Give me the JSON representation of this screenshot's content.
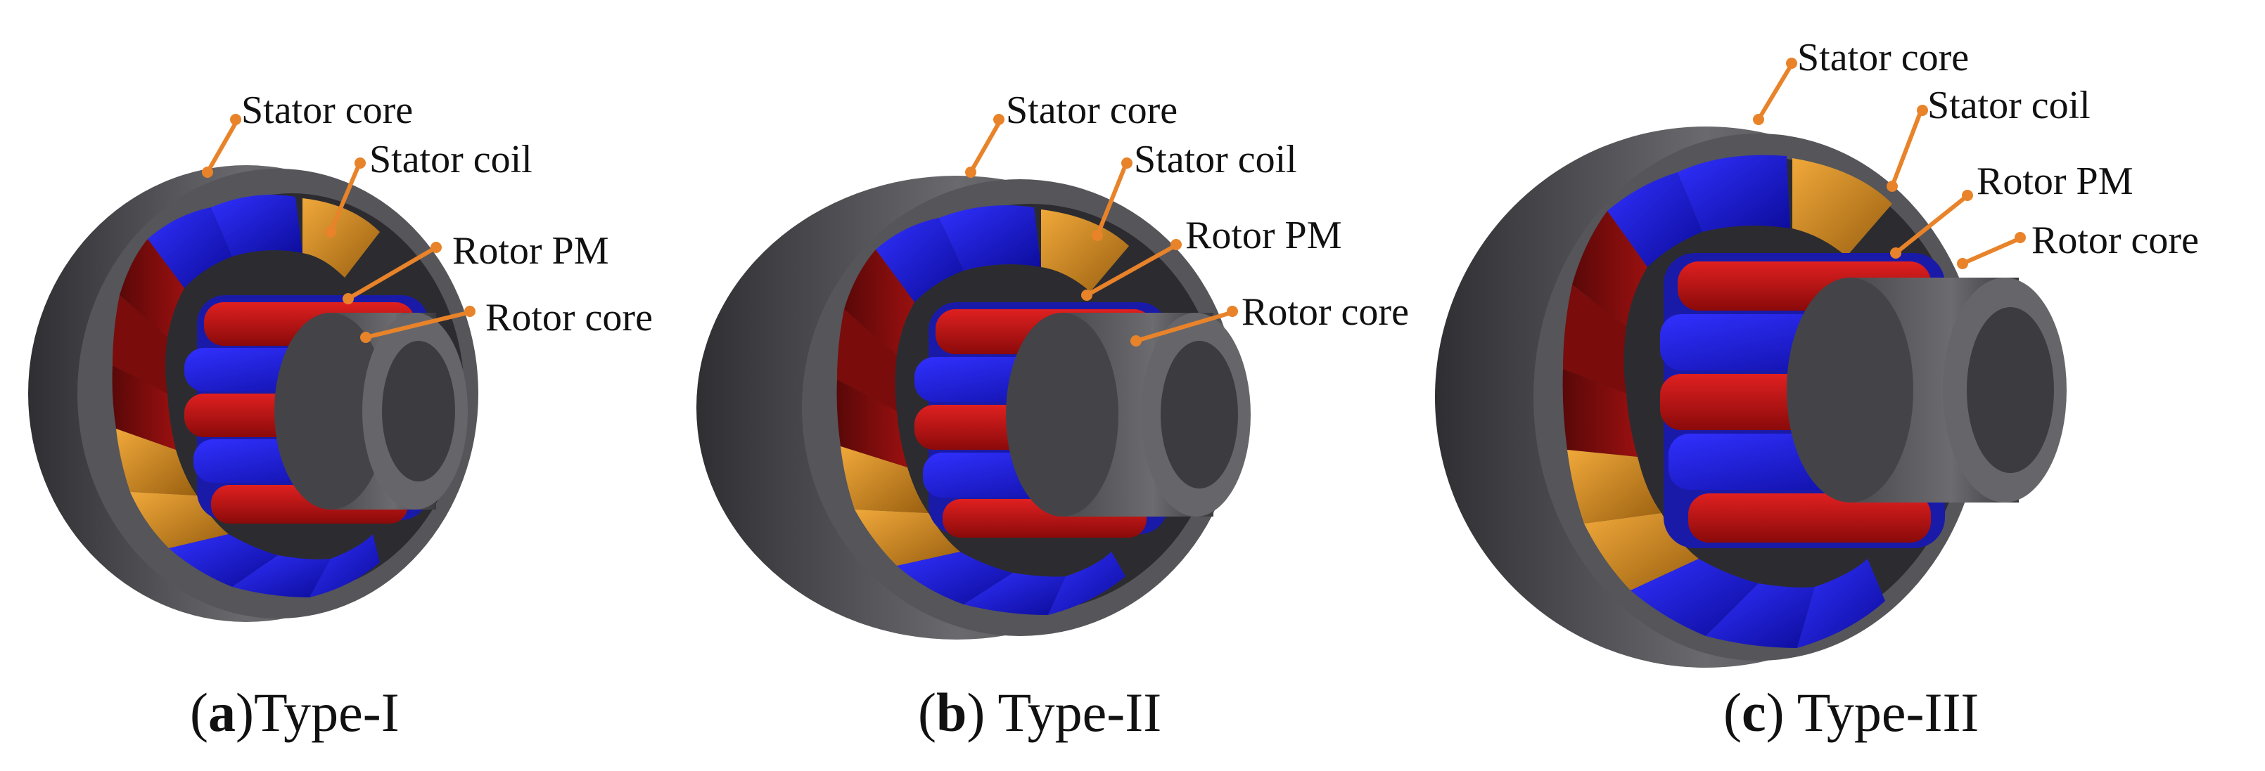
{
  "colors": {
    "stator_core": "#5b5b5f",
    "stator_core_dark": "#3a3a3e",
    "stator_tooth": "#2424d8",
    "stator_coil": "#d08a1c",
    "pm_red": "#cc1414",
    "pm_blue": "#1a1ad0",
    "rotor_core": "#5c5c60",
    "leader": "#E8832A"
  },
  "panels": [
    {
      "id": "a",
      "labels": {
        "stator_core": "Stator core",
        "stator_coil": "Stator coil",
        "rotor_pm": "Rotor PM",
        "rotor_core": "Rotor core"
      },
      "caption": {
        "letter": "a",
        "open": "(",
        "close": ")",
        "text": "Type-I"
      }
    },
    {
      "id": "b",
      "labels": {
        "stator_core": "Stator core",
        "stator_coil": "Stator coil",
        "rotor_pm": "Rotor PM",
        "rotor_core": "Rotor core"
      },
      "caption": {
        "letter": "b",
        "open": "(",
        "close": ") ",
        "text": "Type-II"
      }
    },
    {
      "id": "c",
      "labels": {
        "stator_core": "Stator core",
        "stator_coil": "Stator coil",
        "rotor_pm": "Rotor PM",
        "rotor_core": "Rotor core"
      },
      "caption": {
        "letter": "c",
        "open": "(",
        "close": ") ",
        "text": "Type-III"
      }
    }
  ]
}
